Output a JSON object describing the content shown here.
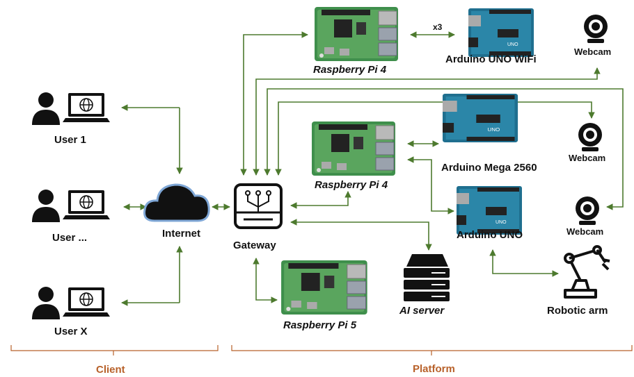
{
  "users": [
    {
      "label": "User 1",
      "icon": "user-laptop-icon"
    },
    {
      "label": "User ...",
      "icon": "user-laptop-icon"
    },
    {
      "label": "User X",
      "icon": "user-laptop-icon"
    }
  ],
  "internet": {
    "label": "Internet",
    "icon": "cloud-icon"
  },
  "gateway": {
    "label": "Gateway",
    "icon": "gateway-icon"
  },
  "raspberry_pi_top": {
    "label": "Raspberry Pi 4"
  },
  "raspberry_pi_mid": {
    "label": "Raspberry Pi 4"
  },
  "raspberry_pi_5": {
    "label": "Raspberry Pi 5"
  },
  "arduino_wifi": {
    "label": "Arduino UNO WiFi",
    "multiplier": "x3"
  },
  "arduino_mega": {
    "label": "Arduino Mega 2560"
  },
  "arduino_uno": {
    "label": "Arduino UNO"
  },
  "webcams": [
    {
      "label": "Webcam",
      "icon": "webcam-icon"
    },
    {
      "label": "Webcam",
      "icon": "webcam-icon"
    },
    {
      "label": "Webcam",
      "icon": "webcam-icon"
    }
  ],
  "ai_server": {
    "label": "AI server",
    "icon": "server-icon"
  },
  "robotic_arm": {
    "label": "Robotic arm",
    "icon": "robotic-arm-icon"
  },
  "groups": {
    "client": "Client",
    "platform": "Platform"
  },
  "colors": {
    "connector": "#4d7a2e",
    "group_label": "#b8612a",
    "board_green": "#3f8f4c",
    "arduino_blue": "#1f6f8f"
  }
}
